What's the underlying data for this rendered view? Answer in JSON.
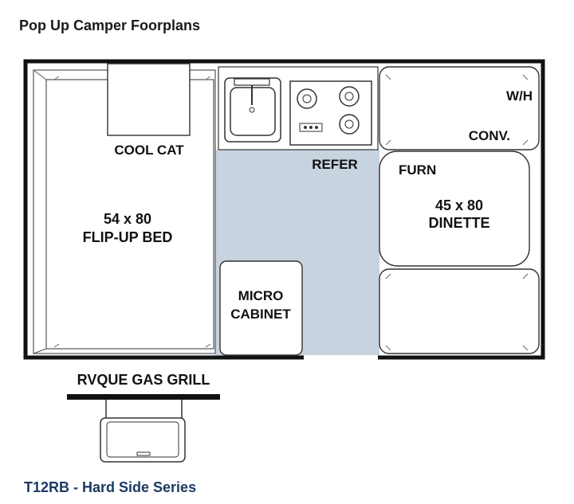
{
  "header": {
    "title": "Pop Up Camper Foorplans"
  },
  "footer": {
    "model": "T12RB - Hard Side Series"
  },
  "labels": {
    "cool_cat": "COOL CAT",
    "bed_size": "54 x 80",
    "bed_name": "FLIP-UP BED",
    "refer": "REFER",
    "wh": "W/H",
    "conv": "CONV.",
    "furn": "FURN",
    "dinette_size": "45 x 80",
    "dinette_name": "DINETTE",
    "micro_line1": "MICRO",
    "micro_line2": "CABINET",
    "grill": "RVQUE GAS GRILL"
  },
  "colors": {
    "floor": "#c7d3de",
    "outline": "#111111",
    "footer_text": "#1c3a63"
  }
}
